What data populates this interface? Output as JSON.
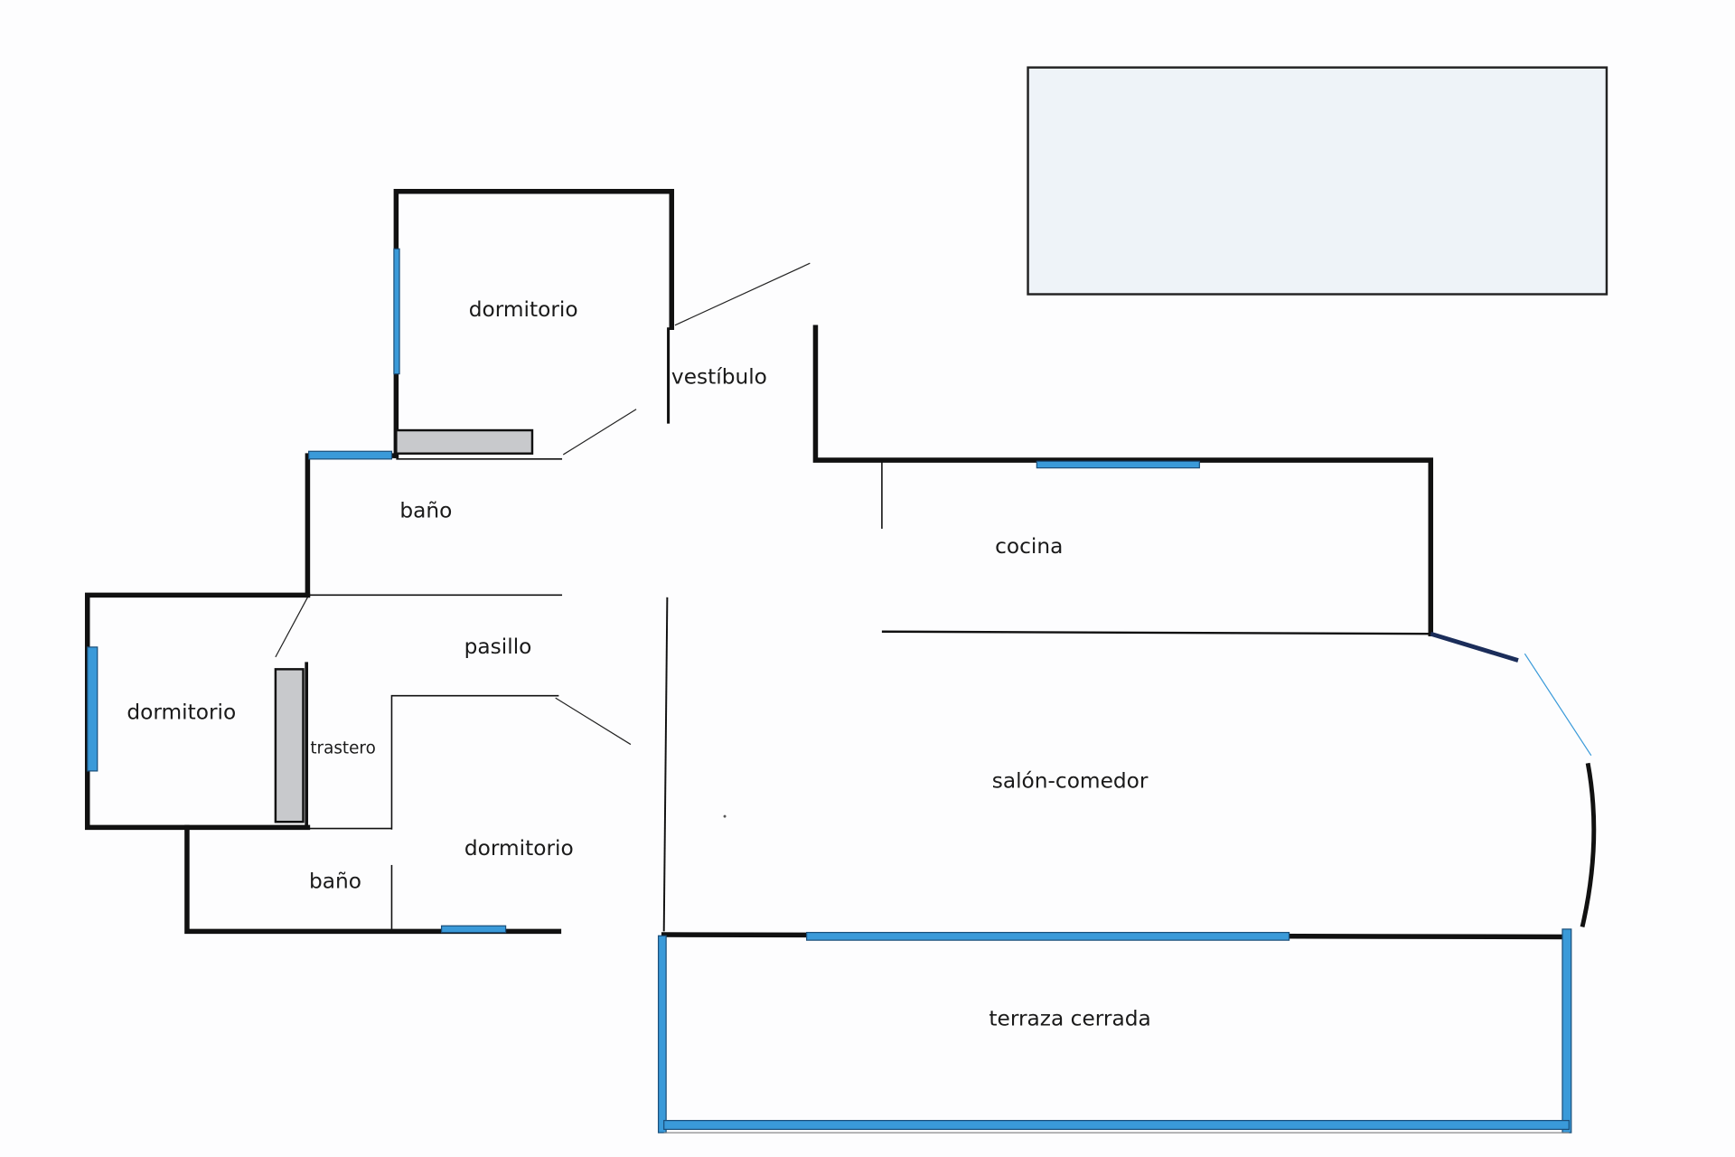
{
  "plan": {
    "rooms": [
      {
        "id": "dormitorio-1",
        "label": "dormitorio"
      },
      {
        "id": "vestibulo",
        "label": "vestíbulo"
      },
      {
        "id": "bano-1",
        "label": "baño"
      },
      {
        "id": "pasillo",
        "label": "pasillo"
      },
      {
        "id": "dormitorio-2",
        "label": "dormitorio"
      },
      {
        "id": "trastero",
        "label": "trastero"
      },
      {
        "id": "dormitorio-3",
        "label": "dormitorio"
      },
      {
        "id": "bano-2",
        "label": "baño"
      },
      {
        "id": "cocina",
        "label": "cocina"
      },
      {
        "id": "salon-comedor",
        "label": "salón-comedor"
      },
      {
        "id": "terraza",
        "label": "terraza cerrada"
      }
    ],
    "colors": {
      "wall": "#111111",
      "window": "#3a9ad9",
      "closet": "#c8c9cc",
      "legend_box": "#eef3f8"
    }
  }
}
